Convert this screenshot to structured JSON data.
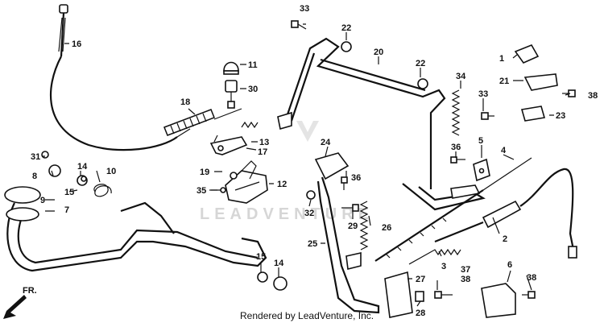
{
  "watermark": "LEADVENTURE",
  "footer": "Rendered by LeadVenture, Inc.",
  "front_marker": "FR.",
  "callouts": {
    "c1": "1",
    "c2": "2",
    "c3": "3",
    "c4": "4",
    "c5": "5",
    "c6": "6",
    "c7": "7",
    "c8": "8",
    "c9": "9",
    "c10": "10",
    "c11": "11",
    "c12": "12",
    "c13": "13",
    "c14a": "14",
    "c14b": "14",
    "c15a": "15",
    "c15b": "15",
    "c16": "16",
    "c17": "17",
    "c18": "18",
    "c19": "19",
    "c20": "20",
    "c21": "21",
    "c22a": "22",
    "c22b": "22",
    "c23": "23",
    "c24": "24",
    "c25": "25",
    "c26": "26",
    "c27": "27",
    "c28": "28",
    "c29": "29",
    "c30": "30",
    "c31": "31",
    "c32": "32",
    "c33a": "33",
    "c33b": "33",
    "c34": "34",
    "c35": "35",
    "c36a": "36",
    "c36b": "36",
    "c37": "37",
    "c38a": "38",
    "c38b": "38",
    "c38c": "38"
  }
}
